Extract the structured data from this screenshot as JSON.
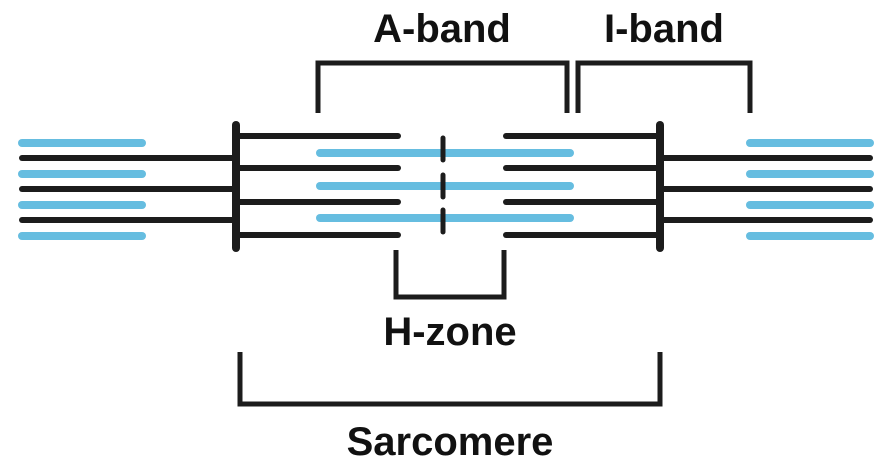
{
  "labels": {
    "a_band": "A-band",
    "i_band": "I-band",
    "h_zone": "H-zone",
    "sarcomere": "Sarcomere"
  },
  "colors": {
    "thin_filament": "#66bde0",
    "thick_filament": "#1c1c1c",
    "bracket": "#1c1c1c",
    "background": "#ffffff"
  }
}
